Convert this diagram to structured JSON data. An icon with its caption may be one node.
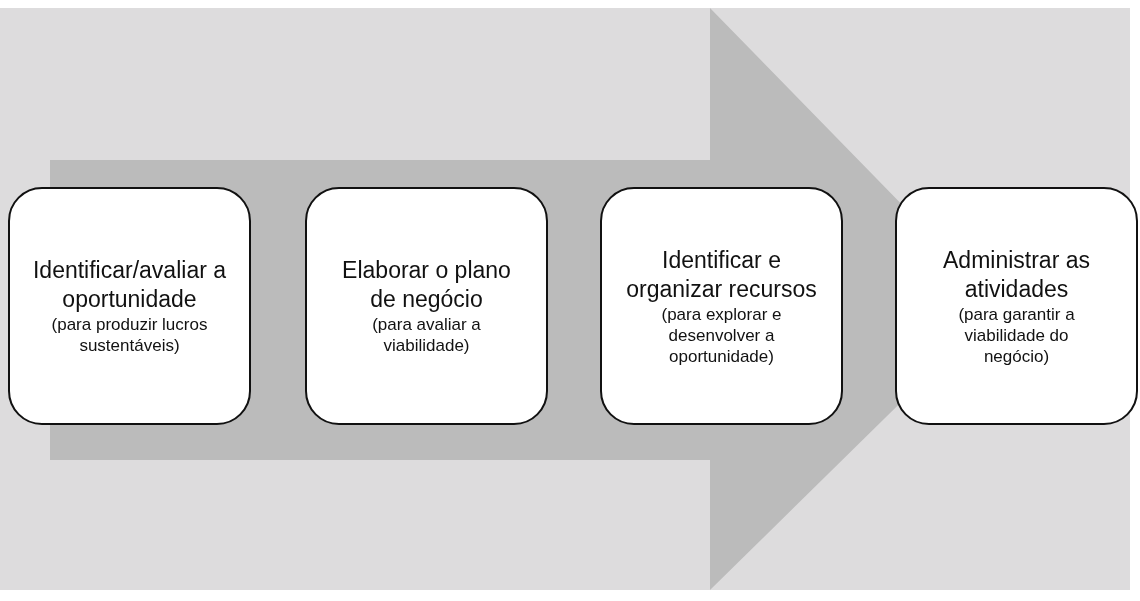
{
  "diagram": {
    "nodes": [
      {
        "text": [
          "Identificar/avaliar a oportunidade",
          "(para produzir lucros sustentáveis)"
        ]
      },
      {
        "text": [
          "Elaborar o plano de negócio",
          "(para avaliar a viabilidade)"
        ]
      },
      {
        "text": [
          "Identificar e organizar recursos",
          "(para explorar e desenvolver a oportunidade)"
        ]
      },
      {
        "text": [
          "Administrar as atividades",
          "(para garantir a viabilidade do negócio)"
        ]
      }
    ],
    "edges": [
      {
        "from": 0,
        "to": 3,
        "arrow": "to"
      }
    ]
  }
}
